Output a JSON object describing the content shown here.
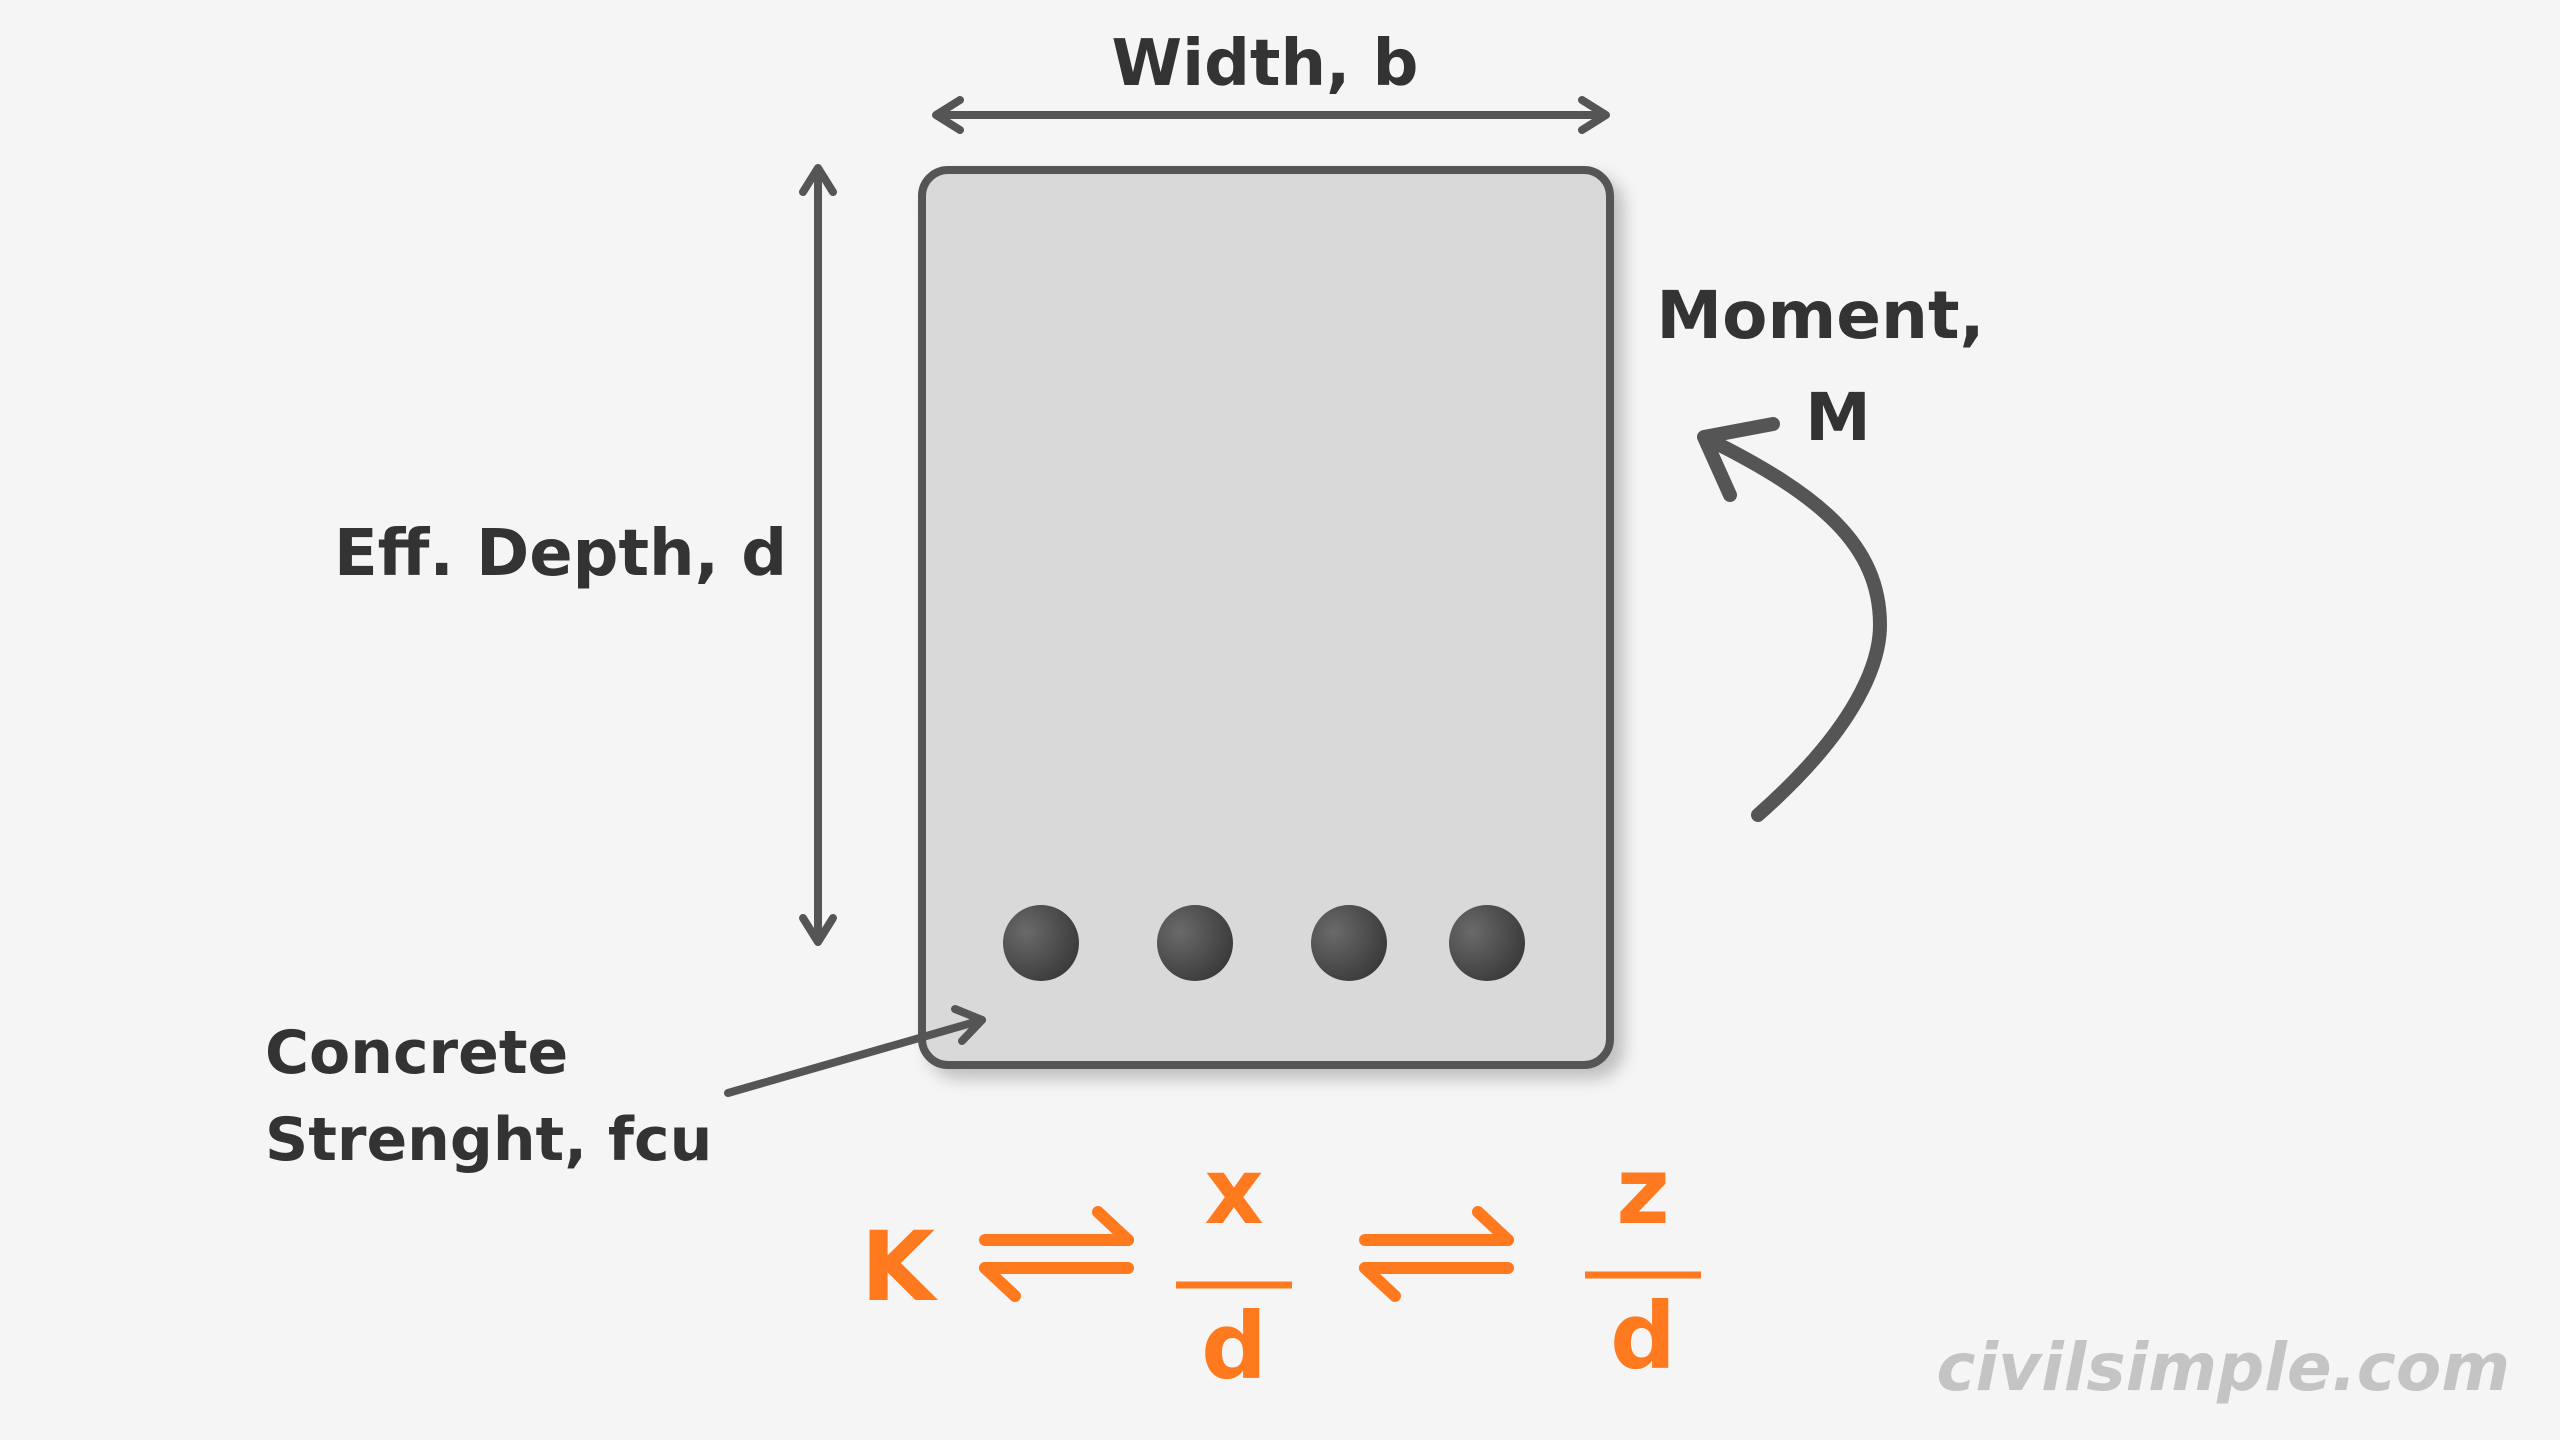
{
  "labels": {
    "width": "Width, b",
    "depth": "Eff. Depth, d",
    "moment_line1": "Moment,",
    "moment_line2": "M",
    "concrete_line1": "Concrete",
    "concrete_line2": "Strenght, fcu"
  },
  "formula": {
    "k": "K",
    "x": "x",
    "d1": "d",
    "z": "z",
    "d2": "d"
  },
  "watermark": "civilsimple.com",
  "rebar_count": 4,
  "colors": {
    "background": "#f5f5f5",
    "section_fill": "#d9d9d9",
    "outline": "#555555",
    "text": "#333333",
    "accent": "#ff7a1f",
    "watermark": "#c4c4c4"
  }
}
